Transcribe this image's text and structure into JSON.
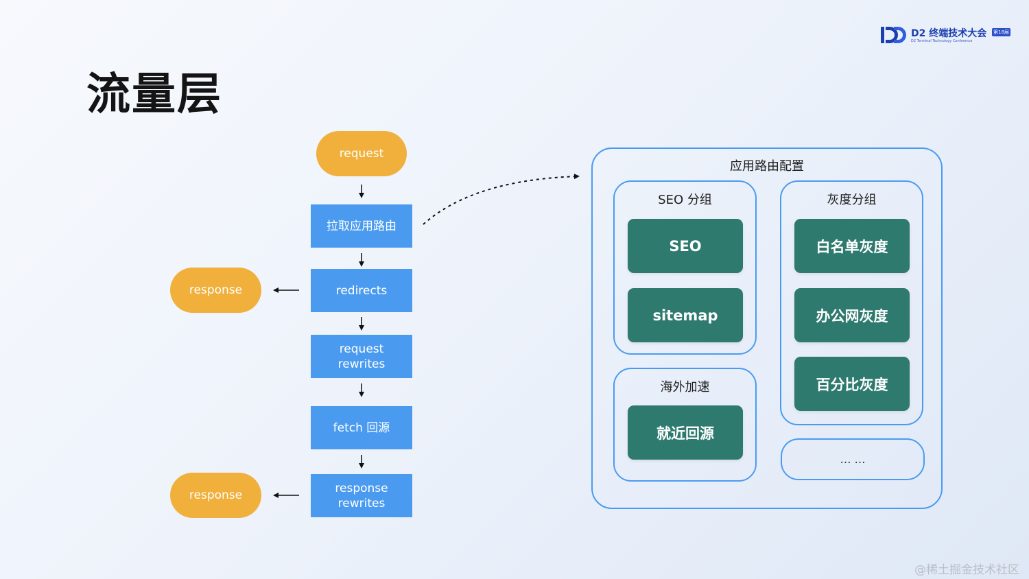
{
  "title": "流量层",
  "logo": {
    "name": "D2 终端技术大会",
    "badge": "第18届",
    "subtitle": "D2 Terminal Technology Conference"
  },
  "flow": {
    "request": "request",
    "fetch_routes": "拉取应用路由",
    "redirects": "redirects",
    "request_rewrites": "request\nrewrites",
    "fetch_origin": "fetch 回源",
    "response_rewrites": "response\nrewrites",
    "response_top": "response",
    "response_bottom": "response"
  },
  "config": {
    "title": "应用路由配置",
    "seo_group": {
      "title": "SEO 分组",
      "items": [
        "SEO",
        "sitemap"
      ]
    },
    "gray_group": {
      "title": "灰度分组",
      "items": [
        "白名单灰度",
        "办公网灰度",
        "百分比灰度"
      ]
    },
    "overseas_group": {
      "title": "海外加速",
      "items": [
        "就近回源"
      ]
    },
    "more": "… …"
  },
  "watermark": "@稀土掘金技术社区",
  "colors": {
    "pill": "#f0b03b",
    "step": "#4a9bf0",
    "tile": "#2f7a6f",
    "border": "#4a9bf0",
    "logo": "#1b3fae"
  }
}
